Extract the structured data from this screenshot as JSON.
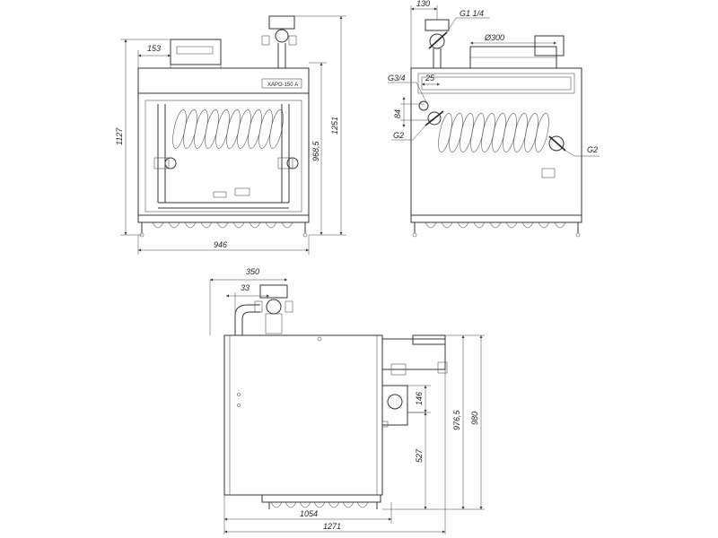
{
  "front_view": {
    "nameplate": "ХАРО-150 А",
    "dims": {
      "width": "946",
      "height_total": "1127",
      "height_968": "968,5",
      "height_1251": "1251",
      "offset_153": "153"
    }
  },
  "rear_view": {
    "dims": {
      "offset_130": "130",
      "thread_g114": "G1 1/4",
      "dia_300": "Ø300",
      "thread_g34": "G3/4",
      "d_25": "25",
      "d_84": "84",
      "thread_g2a": "G2",
      "thread_g2b": "G2"
    }
  },
  "side_view": {
    "dims": {
      "d_350": "350",
      "d_33": "33",
      "d_146": "146",
      "d_527": "527",
      "d_976": "976,5",
      "d_980": "980",
      "d_1054": "1054",
      "d_1271": "1271"
    }
  }
}
